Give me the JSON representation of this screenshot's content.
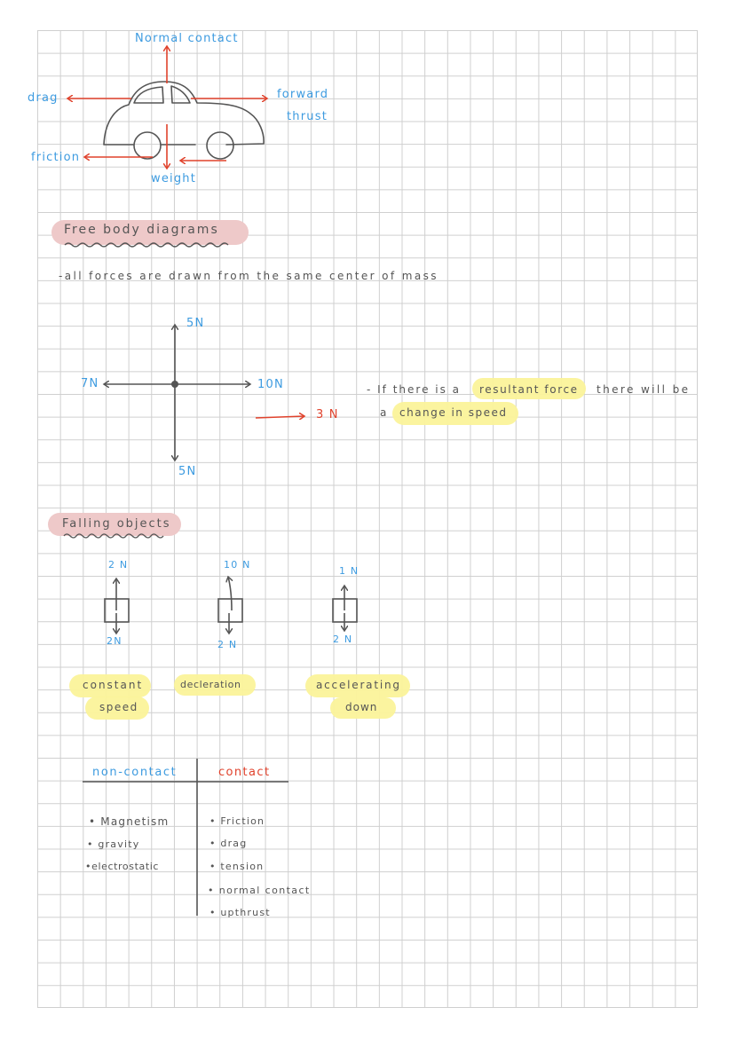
{
  "car_diagram": {
    "labels": {
      "normal_contact": "Normal contact",
      "drag": "drag",
      "forward": "forward",
      "thrust": "thrust",
      "friction": "friction",
      "weight": "weight"
    }
  },
  "free_body": {
    "heading": "Free body diagrams",
    "note": "-all forces are drawn from the same center of mass",
    "forces": {
      "up": "5N",
      "down": "5N",
      "left": "7N",
      "right": "10N"
    },
    "resultant": "3 N",
    "resultant_note": {
      "prefix": "- If there is a",
      "highlight1": "resultant force",
      "middle": "there will be",
      "line2_prefix": "a",
      "highlight2": "change in speed"
    }
  },
  "falling_objects": {
    "heading": "Falling objects",
    "cases": [
      {
        "up": "2 N",
        "down": "2N",
        "label_line1": "constant",
        "label_line2": "speed"
      },
      {
        "up": "10 N",
        "down": "2 N",
        "label_line1": "decleration",
        "label_line2": ""
      },
      {
        "up": "1 N",
        "down": "2 N",
        "label_line1": "accelerating",
        "label_line2": "down"
      }
    ]
  },
  "force_types": {
    "non_contact": {
      "header": "non-contact",
      "items": [
        "Magnetism",
        "gravity",
        "electrostatic"
      ]
    },
    "contact": {
      "header": "contact",
      "items": [
        "Friction",
        "drag",
        "tension",
        "normal contact",
        "upthrust"
      ]
    }
  },
  "colors": {
    "label_blue": "#3d9be0",
    "arrow_red": "#e0422c",
    "ink_gray": "#555555",
    "highlight_pink": "#eec9c9",
    "highlight_yellow": "#fbf39a",
    "grid": "#cfcfcf"
  }
}
